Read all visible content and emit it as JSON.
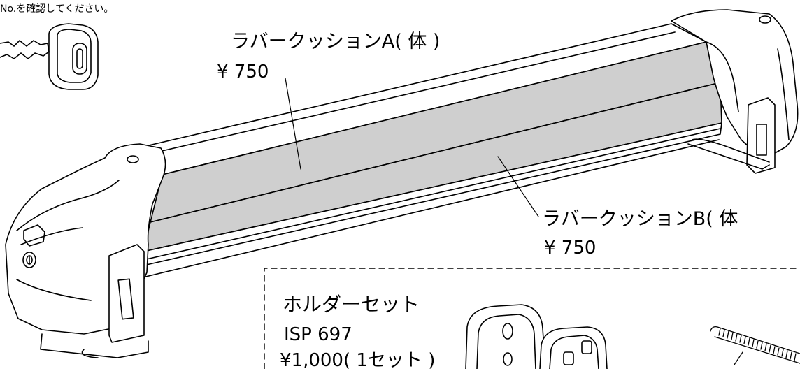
{
  "note": "No.を確認してください。",
  "parts": {
    "cushion_a": {
      "label": "ラバークッションA( 体 )",
      "price": "¥ 750"
    },
    "cushion_b": {
      "label": "ラバークッションB( 体",
      "price": "¥ 750"
    },
    "holder_set": {
      "title": "ホルダーセット",
      "code": "ISP 697",
      "price": "¥1,000( 1セット )"
    }
  },
  "colors": {
    "line": "#000000",
    "cushion_fill": "#cfcfcf",
    "paper": "#ffffff"
  },
  "icons": [
    "key-icon",
    "lock-icon",
    "holder-plate-icon",
    "spring-icon",
    "rack-bar-icon"
  ]
}
